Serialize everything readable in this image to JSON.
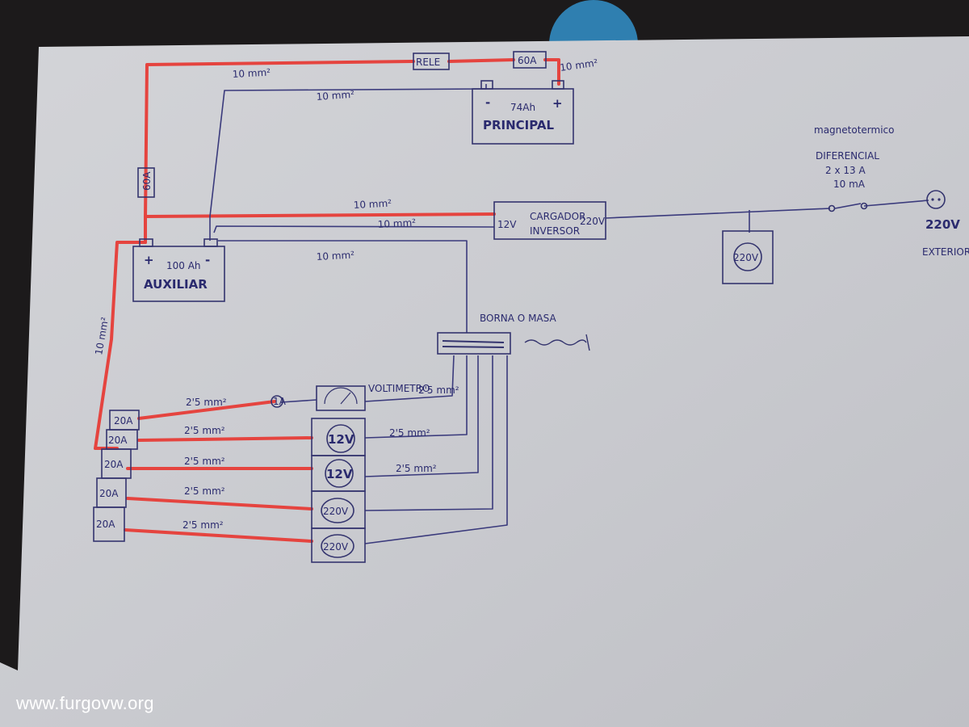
{
  "labels": {
    "rele": "RELE",
    "fuse_60a": "60A",
    "mm_top_left": "10 mm²",
    "mm_top_right": "10 mm²",
    "mm_principal_neg": "10 mm²",
    "battery_principal_cap": "74Ah",
    "battery_principal_name": "PRINCIPAL",
    "battery_aux_cap": "100 Ah",
    "battery_aux_name": "AUXILIAR",
    "side_fuse": "60A",
    "mm_charger_pos": "10 mm²",
    "mm_charger_neg": "10 mm²",
    "mm_masa": "10 mm²",
    "mm_left_vertical": "10 mm²",
    "charger_left": "12V",
    "charger_name_1": "CARGADOR",
    "charger_name_2": "INVERSOR",
    "charger_right": "220V",
    "magneto": "magnetotermico",
    "diferencial": "DIFERENCIAL",
    "dif_spec_1": "2 x 13 A",
    "dif_spec_2": "10 mA",
    "ext_voltage": "220V",
    "ext_name": "EXTERIOR",
    "socket_220": "220V",
    "borna": "BORNA O MASA",
    "voltimetro": "VOLTIMETRO",
    "volt_fuse": "1A",
    "mm_volt": "2'5 mm²",
    "mm_12v_1": "2'5 mm²",
    "mm_12v_2": "2'5 mm²",
    "watermark": "www.furgovw.org"
  },
  "fuse_block": [
    "20A",
    "20A",
    "20A",
    "20A",
    "20A"
  ],
  "branch_wires": [
    "2'5 mm²",
    "2'5 mm²",
    "2'5 mm²",
    "2'5 mm²",
    "2'5 mm²"
  ],
  "outlets": [
    "12V",
    "12V",
    "220V",
    "220V"
  ],
  "colors": {
    "positive_wire": "#e5443f",
    "negative_wire": "#3a3a7c",
    "paper": "#c8c9cd"
  }
}
